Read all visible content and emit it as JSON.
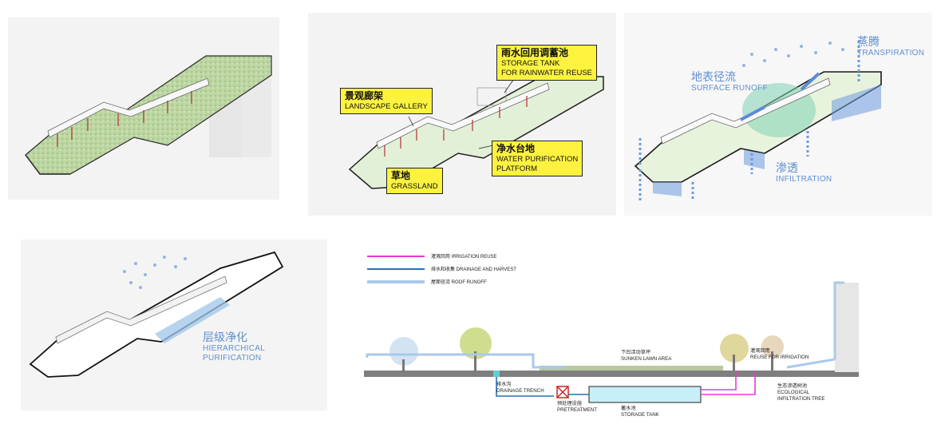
{
  "panel2": {
    "callouts": [
      {
        "zh": "雨水回用调蓄池",
        "en1": "STORAGE TANK",
        "en2": "FOR RAINWATER REUSE"
      },
      {
        "zh": "景观廊架",
        "en1": "LANDSCAPE GALLERY",
        "en2": ""
      },
      {
        "zh": "净水台地",
        "en1": "WATER PURIFICATION",
        "en2": "PLATFORM"
      },
      {
        "zh": "草地",
        "en1": "GRASSLAND",
        "en2": ""
      }
    ]
  },
  "panel3": {
    "labels": [
      {
        "zh": "蒸腾",
        "en": "TRANSPIRATION"
      },
      {
        "zh": "地表径流",
        "en": "SURFACE RUNOFF"
      },
      {
        "zh": "渗透",
        "en": "INFILTRATION"
      }
    ]
  },
  "panel4": {
    "label": {
      "zh": "层级净化",
      "en1": "HIERARCHICAL",
      "en2": "PURIFICATION"
    }
  },
  "section": {
    "legend": [
      {
        "text": "灌溉回用 IRRIGATION REUSE",
        "color": "#e83ad4"
      },
      {
        "text": "排水和收集 DRAINAGE AND HARVEST",
        "color": "#2a6fb8"
      },
      {
        "text": "屋面径流 ROOF RUNOFF",
        "color": "#a9c9ea"
      }
    ],
    "labels": {
      "sunken_zh": "下凹活动草坪",
      "sunken_en": "SUNKEN LAWN AREA",
      "reuse_zh": "灌溉回用",
      "reuse_en": "REUSE FOR IRRIGATION",
      "trench_zh": "排水沟",
      "trench_en": "DRAINAGE TRENCH",
      "pre_zh": "预处理设施",
      "pre_en": "PRETREATMENT",
      "tank_zh": "蓄水池",
      "tank_en": "STORAGE TANK",
      "tree_zh": "生态渗透树池",
      "tree_en1": "ECOLOGICAL",
      "tree_en2": "INFILTRATION TREE"
    }
  }
}
